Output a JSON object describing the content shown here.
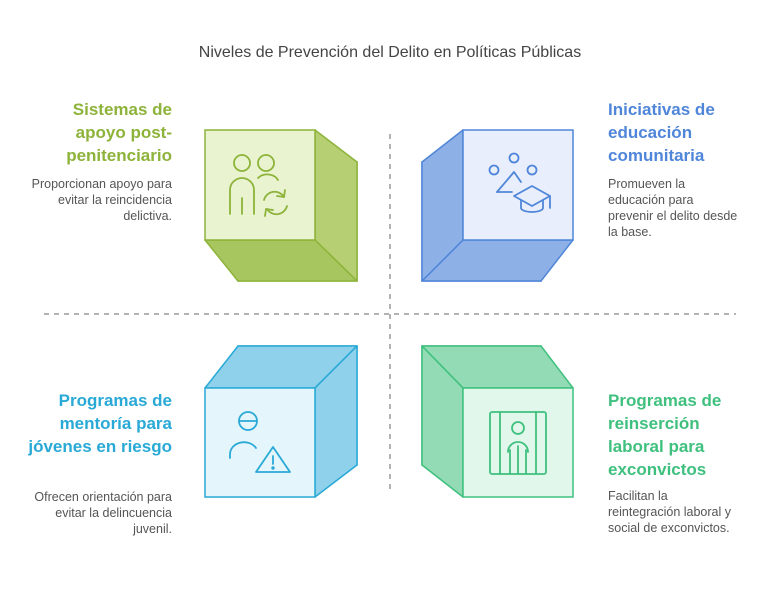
{
  "title": "Niveles de Prevención del Delito en Políticas Públicas",
  "quadrants": [
    {
      "heading": "Sistemas de apoyo post-penitenciario",
      "description": "Proporcionan apoyo para evitar la reincidencia delictiva.",
      "color": "#8db33a",
      "icon": "users-refresh-icon"
    },
    {
      "heading": "Iniciativas de educación comunitaria",
      "description": "Promueven la educación para prevenir el delito desde la base.",
      "color": "#4f86d9",
      "icon": "community-graduation-icon"
    },
    {
      "heading": "Programas de mentoría para jóvenes en riesgo",
      "description": "Ofrecen orientación para evitar la delincuencia juvenil.",
      "color": "#29a9d6",
      "icon": "user-warning-icon"
    },
    {
      "heading": "Programas de reinserción laboral para exconvictos",
      "description": "Facilitan la reintegración laboral y social de exconvictos.",
      "color": "#3fc07e",
      "icon": "prisoner-bars-icon"
    }
  ]
}
